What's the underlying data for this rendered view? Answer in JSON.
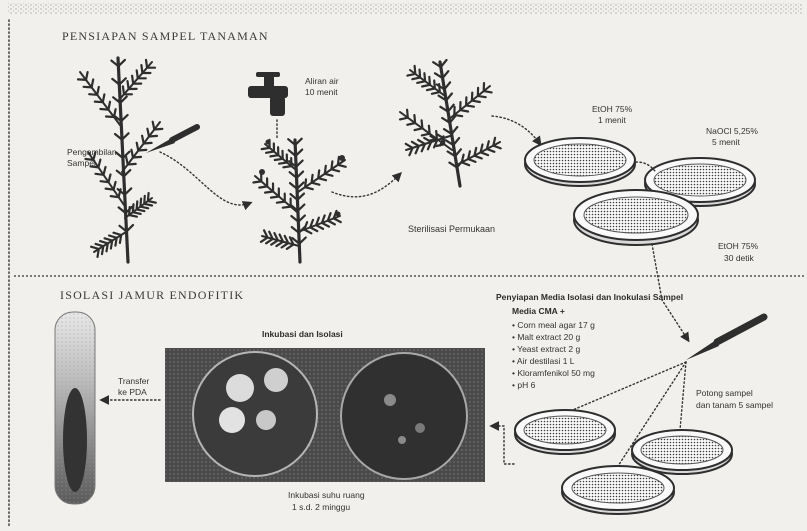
{
  "prep": {
    "title": "PENSIAPAN SAMPEL TANAMAN",
    "sampling": [
      "Pengambilan",
      "Sampel"
    ],
    "water": [
      "Aliran air",
      "10 menit"
    ],
    "etoh_first": [
      "EtOH 75%",
      "1 menit"
    ],
    "naocl": [
      "NaOCl 5,25%",
      "5 menit"
    ],
    "etoh_second": [
      "EtOH 75%",
      "30 detik"
    ],
    "sterilization": "Sterilisasi Permukaan"
  },
  "isolation": {
    "title": "ISOLASI JAMUR ENDOFITIK",
    "media_title": "Penyiapan Media Isolasi dan Inokulasi Sampel",
    "media_name": "Media CMA +",
    "media_items": [
      "• Corn meal agar 17 g",
      "• Malt extract 20 g",
      "• Yeast extract 2 g",
      "• Air destilasi 1 L",
      "• Kloramfenikol 50 mg",
      "• pH 6"
    ],
    "cut": [
      "Potong sampel",
      "dan tanam 5 sampel"
    ],
    "incubation_isolation": "Inkubasi dan Isolasi",
    "transfer": [
      "Transfer",
      "ke PDA"
    ],
    "incubation": [
      "Inkubasi suhu ruang",
      "1 s.d. 2 minggu"
    ]
  },
  "colors": {
    "paper": "#f1f0ec",
    "ink": "#2e2e2e",
    "photo": "#4a4a4a"
  }
}
